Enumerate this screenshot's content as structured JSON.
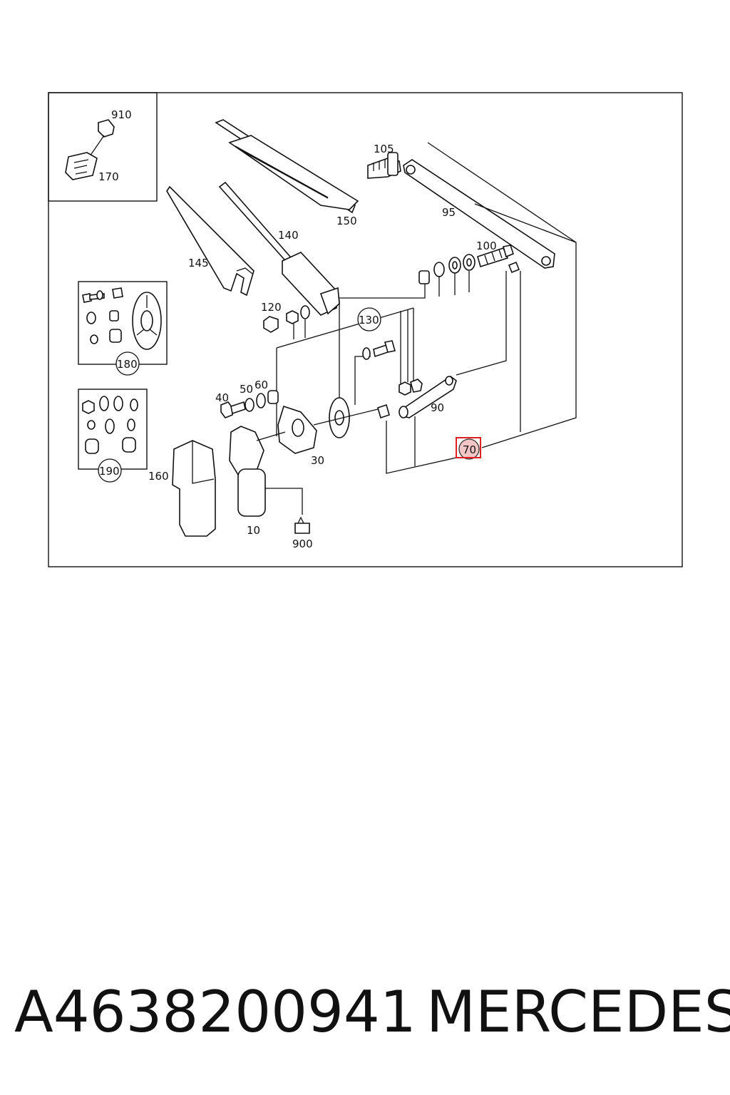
{
  "diagram": {
    "labels": {
      "p910": "910",
      "p170": "170",
      "p105": "105",
      "p150": "150",
      "p95": "95",
      "p140": "140",
      "p145": "145",
      "p100": "100",
      "p120": "120",
      "p130": "130",
      "p180": "180",
      "p40": "40",
      "p50": "50",
      "p60": "60",
      "p90": "90",
      "p70": "70",
      "p190": "190",
      "p160": "160",
      "p30": "30",
      "p10": "10",
      "p900": "900"
    },
    "highlight_color": "#e02020"
  },
  "caption": {
    "part_number": "A4638200941",
    "brand": "MERCEDES"
  }
}
